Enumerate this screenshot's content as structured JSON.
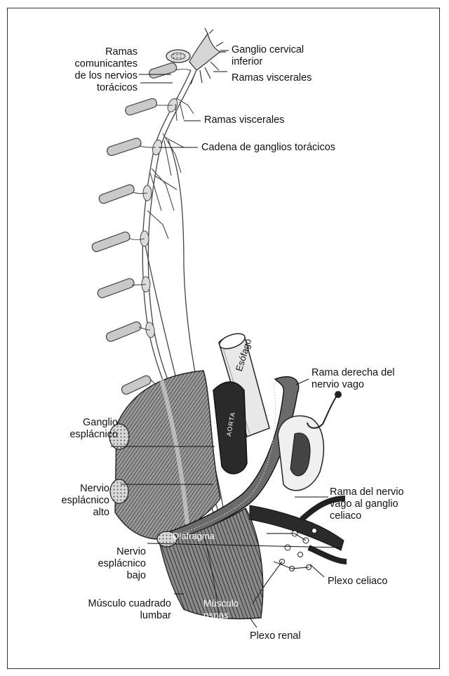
{
  "labels": {
    "ramas_comunicantes": "Ramas\ncomunicantes\nde los nervios\ntorácicos",
    "ganglio_cervical": "Ganglio cervical\ninferior",
    "ramas_viscerales_1": "Ramas viscerales",
    "ramas_viscerales_2": "Ramas viscerales",
    "cadena_ganglios": "Cadena de ganglios torácicos",
    "esofago": "Esófago",
    "aorta": "AORTA",
    "rama_derecha_vago": "Rama derecha del\nnervio vago",
    "ganglio_esplacnico": "Ganglio\nesplácnico",
    "nervio_esplacnico_alto": "Nervio\nesplácnico\nalto",
    "rama_vago_ganglio": "Rama del nervio\nvago al ganglio\nceliaco",
    "diafragma": "Diafragma",
    "nervio_esplacnico_bajo": "Nervio\nesplácnico\nbajo",
    "plexo_celiaco": "Plexo celiaco",
    "musculo_cuadrado": "Músculo cuadrado\nlumbar",
    "musculo_psoas": "Músculo\npsoas",
    "plexo_renal": "Plexo renal"
  },
  "colors": {
    "ink": "#111111",
    "shade": "#555555",
    "light": "#bdbdbd",
    "dark": "#2a2a2a"
  }
}
